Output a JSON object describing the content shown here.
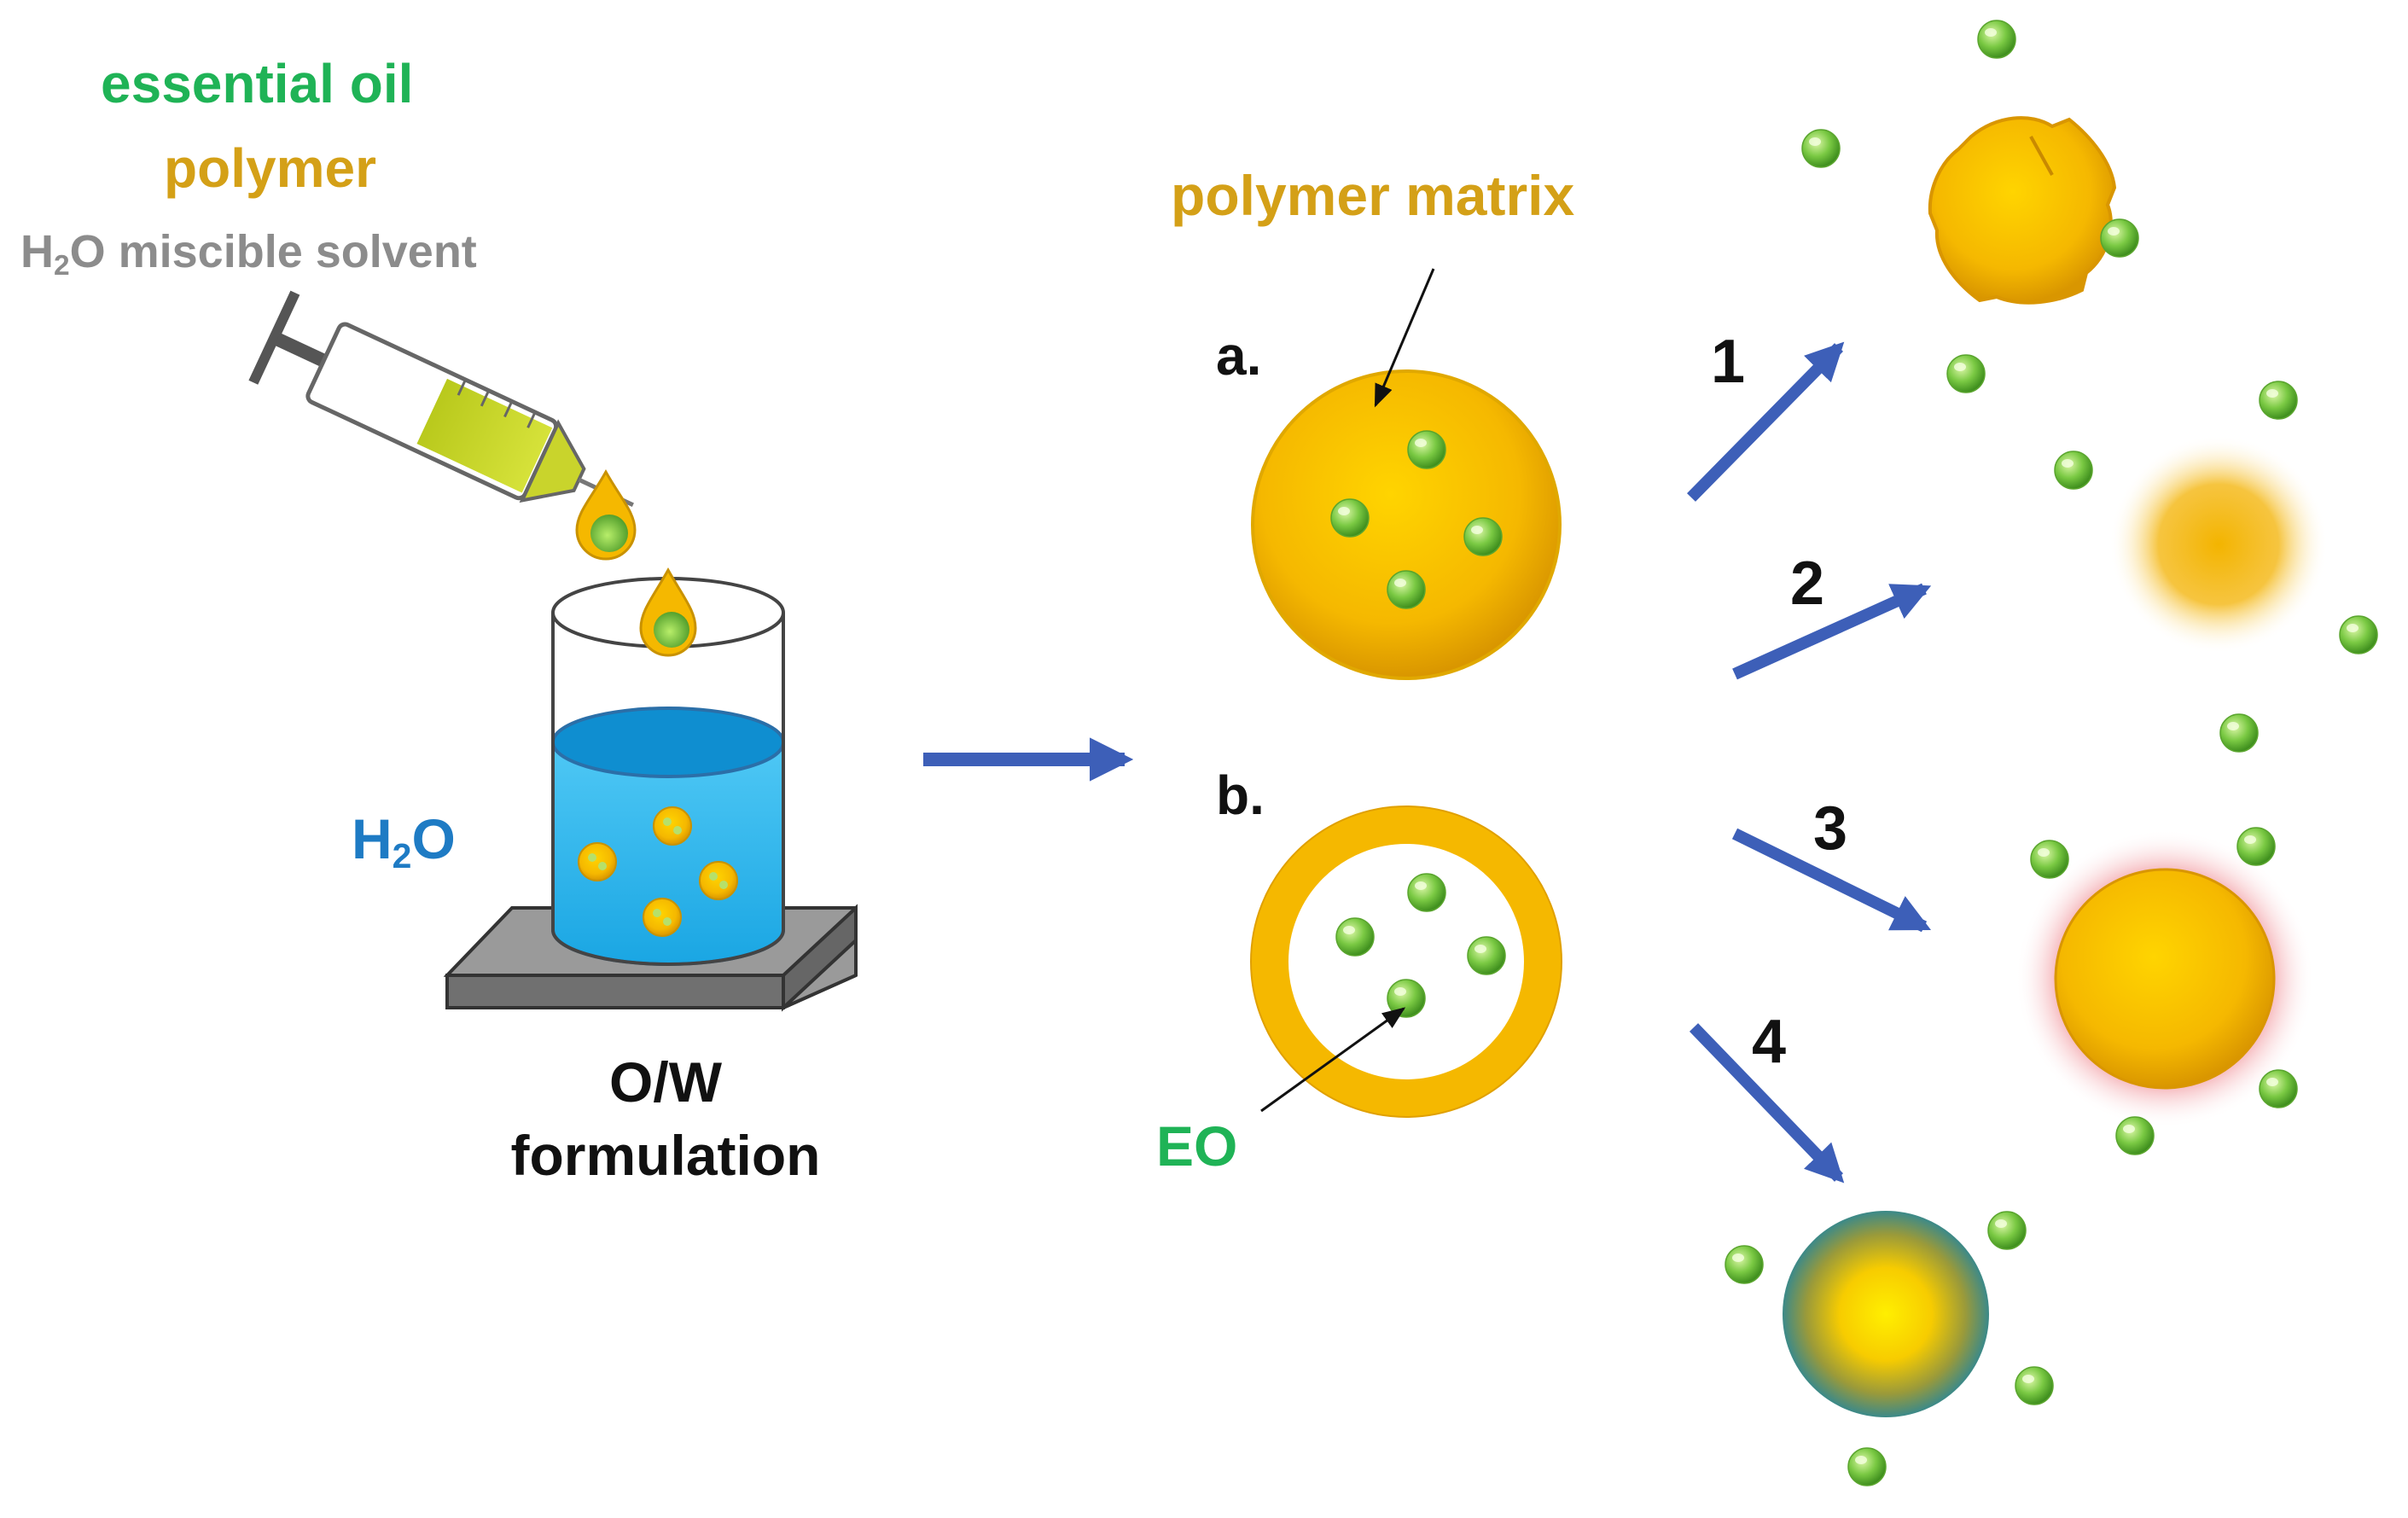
{
  "labels": {
    "essential_oil": "essential oil",
    "polymer": "polymer",
    "solvent_prefix": "H",
    "solvent_sub": "2",
    "solvent_suffix": "O miscible solvent",
    "water_prefix": "H",
    "water_sub": "2",
    "water_suffix": "O",
    "formulation_line1": "O/W",
    "formulation_line2": "formulation",
    "polymer_matrix": "polymer matrix",
    "panel_a": "a.",
    "panel_b": "b.",
    "eo": "EO"
  },
  "routes": [
    {
      "number": "1"
    },
    {
      "number": "2"
    },
    {
      "number": "3"
    },
    {
      "number": "4"
    }
  ],
  "colors": {
    "essential_oil_text": "#1fb356",
    "polymer_gold": "#f5b800",
    "oil_green": "#7ac943",
    "water_blue": "#29b6f6",
    "arrow_blue": "#3d5fb8",
    "solvent_gray": "#8c8c8c",
    "release_red": "#e8505b"
  }
}
